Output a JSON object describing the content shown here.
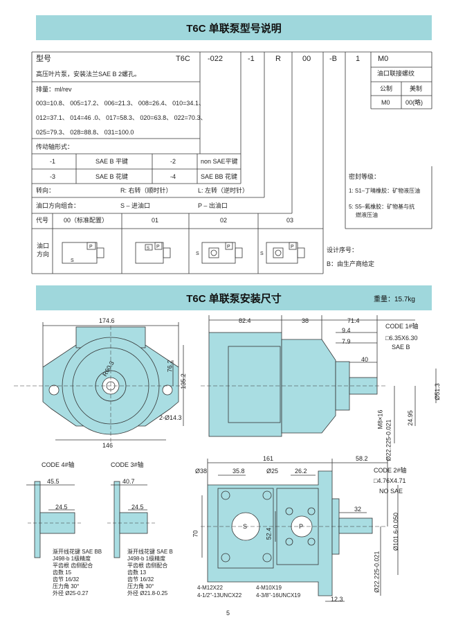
{
  "section1": {
    "title": "T6C 单联泵型号说明",
    "model_label": "型号",
    "desc": "高压叶片泵，安装法兰SAE B 2螺孔。",
    "code_parts": [
      "T6C",
      "-022",
      "-1",
      "R",
      "00",
      "-B",
      "1",
      "M0"
    ],
    "thread_label": "油口联接螺纹",
    "thread_headers": [
      "公制",
      "美制"
    ],
    "thread_values": [
      "M0",
      "00(略)"
    ],
    "displacement_title": "排量：ml/rev",
    "displacement_rows": [
      "003=10.8、  005=17.2、  006=21.3、  008=26.4、  010=34.1、",
      "012=37.1、  014=46 .0、  017=58.3、  020=63.8、  022=70.3、",
      "025=79.3、  028=88.8、  031=100.0"
    ],
    "shaft_title": "传动轴形式：",
    "shaft_rows": [
      [
        "-1",
        "SAE B 平键",
        "-2",
        "non SAE平键"
      ],
      [
        "-3",
        "SAE B 花键",
        "-4",
        "SAE BB 花键"
      ]
    ],
    "rotation": {
      "label": "转向：",
      "right": "R: 右转（顺时针）",
      "left": "L: 左转（逆时针）"
    },
    "port_combo": {
      "label": "油口方向组合：",
      "s": "S – 进油口",
      "p": "P – 出油口"
    },
    "port_headers": [
      "代号",
      "00（标准配置）",
      "01",
      "02",
      "03"
    ],
    "port_row_label_1": "油口",
    "port_row_label_2": "方向",
    "seal": {
      "title": "密封等级：",
      "item1": "1: S1–丁晴橡胶：矿物液压油",
      "item2a": "5: S5–氟橡胶：矿物基与抗",
      "item2b": "燃液压油"
    },
    "design": {
      "label": "设计序号：",
      "value": "B：由生产商给定"
    }
  },
  "section2": {
    "title": "T6C 单联泵安装尺寸",
    "weight": "重量：15.7kg"
  },
  "drawing_text": {
    "front": {
      "w_top": "174.6",
      "w_bot": "146",
      "h1": "76.2",
      "h2": "135.2",
      "r": "R60.3",
      "holes": "2-Ø14.3"
    },
    "side": {
      "d1": "82.4",
      "d2": "38",
      "d3": "71.4",
      "d4": "9.4",
      "d5": "7.9",
      "d6": "40",
      "code1": "CODE 1#轴",
      "key1": "6.35X6.30",
      "sae": "SAE B",
      "v1": "Ø51.3",
      "v2": "24.95",
      "v3": "M8×16",
      "v4": "Ø22.225-0.021"
    },
    "code4": {
      "title": "CODE 4#轴",
      "d1": "45.5",
      "d2": "24.5",
      "spec": [
        "渐开线花键  SAE BB",
        "J498-b  1级精度",
        "平齿根   齿侧配合",
        "齿数       15",
        "齿节       16/32",
        "压力角    30°",
        "外径       Ø25-0.27"
      ]
    },
    "code3": {
      "title": "CODE 3#轴",
      "d1": "40.7",
      "d2": "24.5",
      "spec": [
        "渐开线花键  SAE B",
        "J498-b  1级精度",
        "平齿根   齿侧配合",
        "齿数       13",
        "齿节       16/32",
        "压力角    30°",
        "外径       Ø21.8-0.25"
      ]
    },
    "rear": {
      "d1": "161",
      "d2": "58.2",
      "d3": "Ø38",
      "d4": "35.8",
      "d5": "Ø25",
      "d6": "26.2",
      "h1": "70",
      "h2": "52.4",
      "s": "S",
      "p": "P",
      "t1": "4-M12X22",
      "t2": "4-1/2\"-13UNCX22",
      "t3": "4-M10X19",
      "t4": "4-3/8\"-16UNCX19",
      "code2": "CODE 2#轴",
      "key2": "4.76X4.71",
      "nosae": "NO SAE",
      "l1": "32",
      "v1": "Ø101.6-0.050",
      "v2": "Ø22.225-0.021",
      "v3": "12.3"
    }
  },
  "page_number": "5"
}
